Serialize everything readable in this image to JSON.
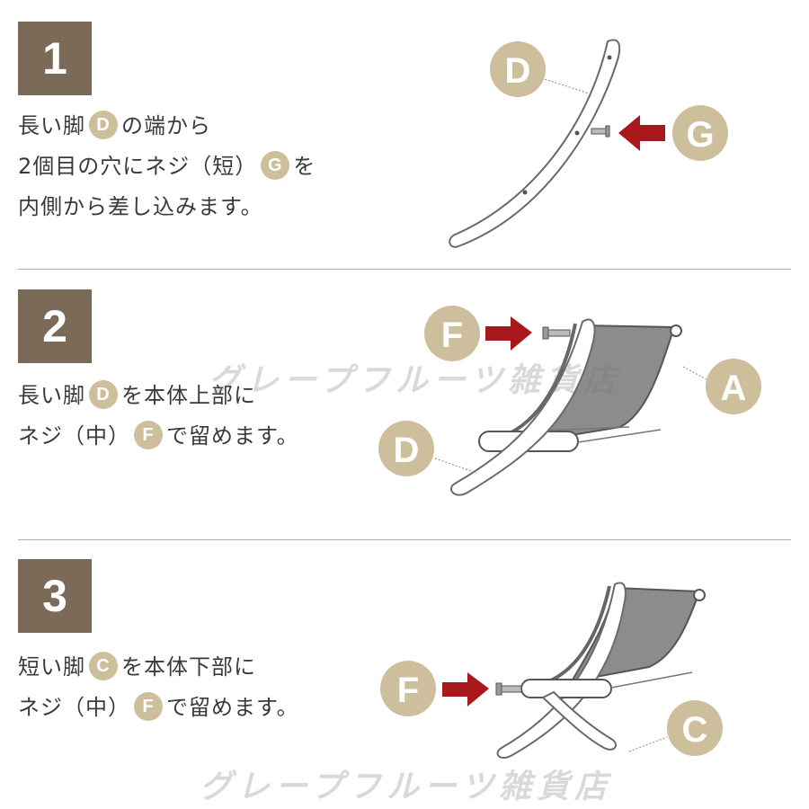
{
  "steps": [
    {
      "number": "1",
      "lines": [
        [
          {
            "t": "長い脚"
          },
          {
            "b": "D"
          },
          {
            "t": "の端から"
          }
        ],
        [
          {
            "t": " 2個目の穴にネジ（短）"
          },
          {
            "b": "G"
          },
          {
            "t": "を"
          }
        ],
        [
          {
            "t": "内側から差し込みます。"
          }
        ]
      ],
      "labels": {
        "left": "D",
        "right": "G"
      }
    },
    {
      "number": "2",
      "lines": [
        [
          {
            "t": "長い脚"
          },
          {
            "b": "D"
          },
          {
            "t": "を本体上部に"
          }
        ],
        [
          {
            "t": "ネジ（中）"
          },
          {
            "b": "F"
          },
          {
            "t": "で留めます。"
          }
        ]
      ],
      "labels": {
        "screw": "F",
        "seat": "A",
        "leg": "D"
      }
    },
    {
      "number": "3",
      "lines": [
        [
          {
            "t": "短い脚"
          },
          {
            "b": "C"
          },
          {
            "t": "を本体下部に"
          }
        ],
        [
          {
            "t": "ネジ（中）"
          },
          {
            "b": "F"
          },
          {
            "t": "で留めます。"
          }
        ]
      ],
      "labels": {
        "screw": "F",
        "leg": "C"
      }
    }
  ],
  "watermark": "グレープフルーツ雑貨店",
  "colors": {
    "number_bg": "#7a6a57",
    "badge": "#cdbf9b",
    "arrow": "#a8191c",
    "divider": "#b9ad9b"
  }
}
